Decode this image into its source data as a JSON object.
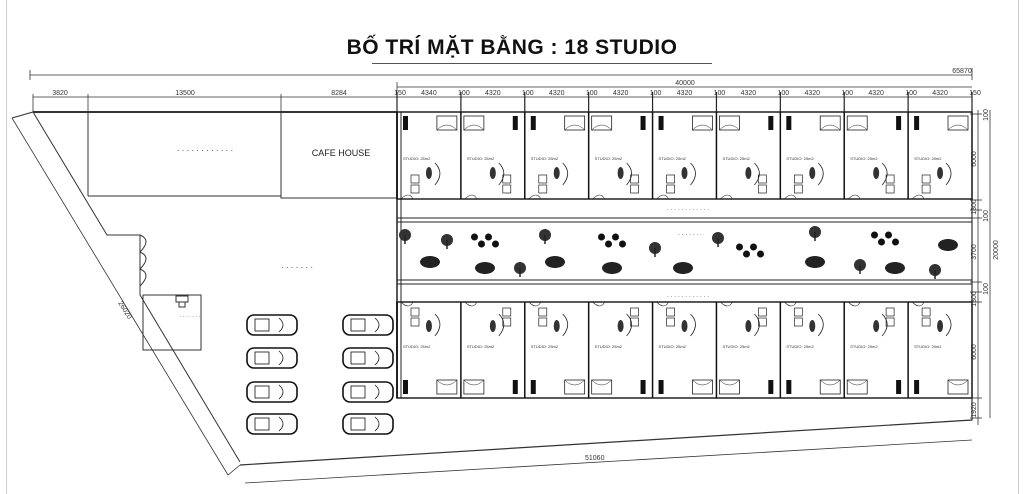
{
  "title": "BỐ TRÍ MẶT BẰNG : 18 STUDIO",
  "dimensions": {
    "overall_width": "65870",
    "studio_block_width": "40000",
    "left_chain": [
      "3820",
      "13500",
      "8284"
    ],
    "studio_chain": [
      "150",
      "4340",
      "100",
      "4320",
      "100",
      "4320",
      "100",
      "4320",
      "100",
      "4320",
      "100",
      "4320",
      "100",
      "4320",
      "100",
      "4320",
      "100",
      "4320",
      "150"
    ],
    "right_chain": [
      "100",
      "6000",
      "1300",
      "100",
      "3700",
      "100",
      "1300",
      "6000",
      "1920"
    ],
    "overall_depth": "20000",
    "diagonal_edge": "26020",
    "bottom_edge": "51060"
  },
  "buildings": {
    "cafe": "CAFE HOUSE"
  },
  "studios": {
    "top_row": [
      "STUDIO: 25m2",
      "STUDIO: 25m2",
      "STUDIO: 25m2",
      "STUDIO: 25m2",
      "STUDIO: 25m2",
      "STUDIO: 25m2",
      "STUDIO: 25m2",
      "STUDIO: 25m2",
      "STUDIO: 25m2"
    ],
    "bottom_row": [
      "STUDIO: 25m2",
      "STUDIO: 25m2",
      "STUDIO: 25m2",
      "STUDIO: 25m2",
      "STUDIO: 25m2",
      "STUDIO: 25m2",
      "STUDIO: 25m2",
      "STUDIO: 25m2",
      "STUDIO: 25m2"
    ]
  },
  "parking": {
    "cars": 8
  },
  "colors": {
    "line": "#333333",
    "wall": "#111111"
  }
}
